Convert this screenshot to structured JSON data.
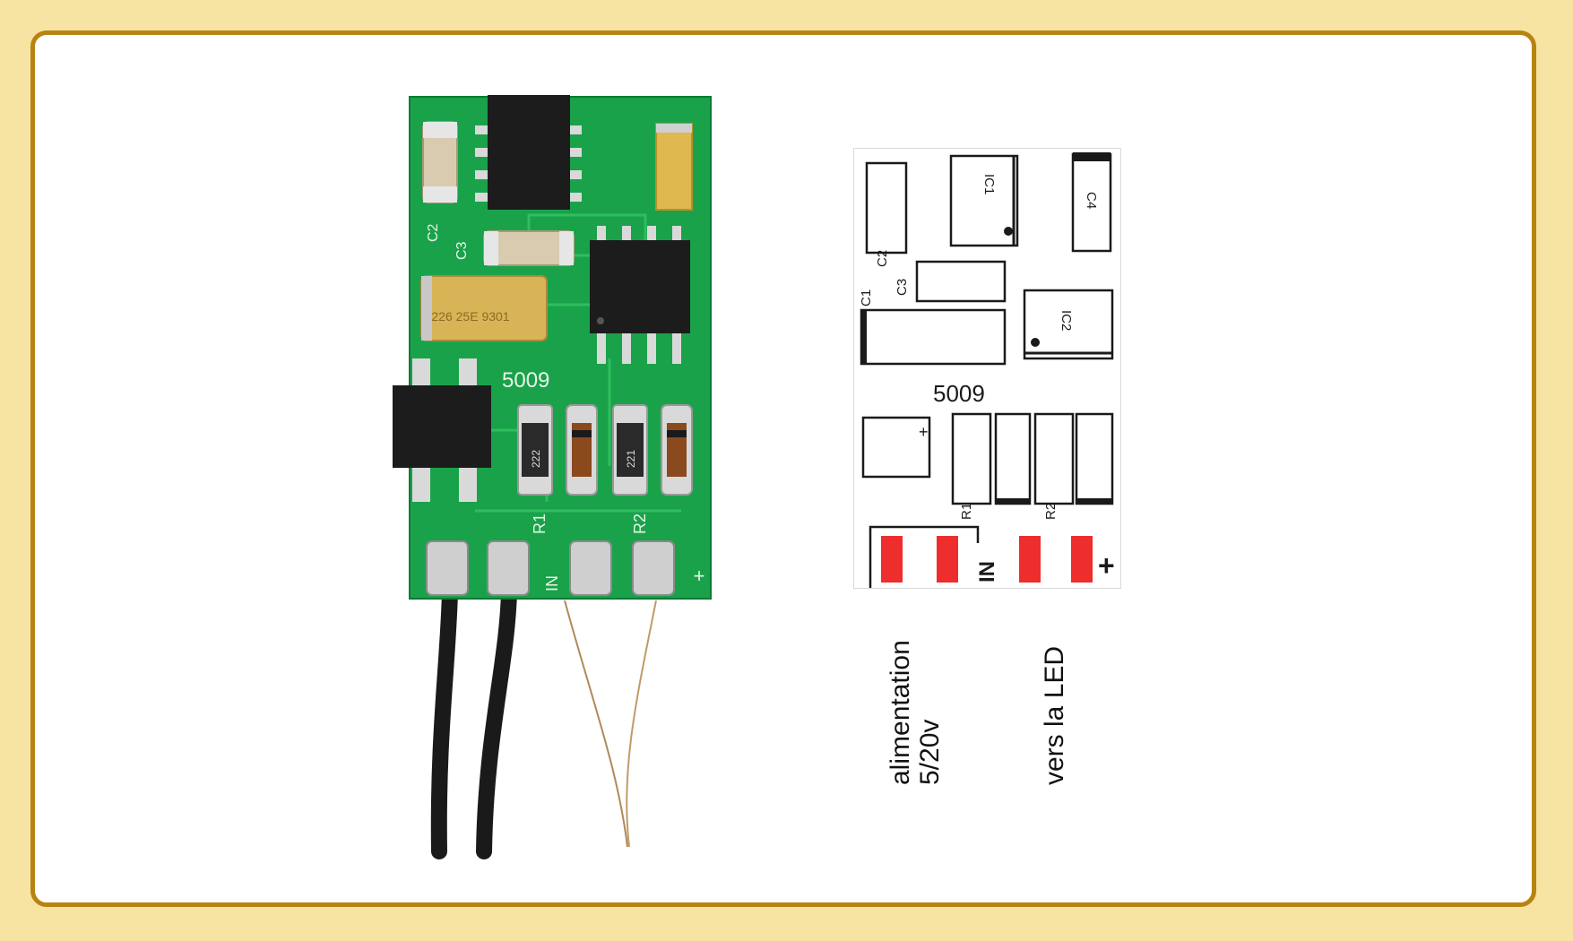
{
  "pcb_photo": {
    "board_number": "5009",
    "marking_r1": "R1",
    "marking_r2": "R2",
    "marking_in": "IN",
    "marking_plus": "+",
    "marking_c2": "C2",
    "marking_c3": "C3",
    "tantalum_text": "226 25E 9301",
    "resistor1_code": "222",
    "resistor2_code": "221"
  },
  "schematic": {
    "board_number": "5009",
    "ic1": "IC1",
    "ic2": "IC2",
    "c1": "C1",
    "c2": "C2",
    "c3": "C3",
    "c4": "C4",
    "r1": "R1",
    "r2": "R2",
    "in_label": "IN",
    "plus_label": "+",
    "small_plus": "+"
  },
  "labels": {
    "power_line1": "alimentation",
    "power_line2": "5/20v",
    "led": "vers la LED"
  },
  "colors": {
    "background": "#f7e4a2",
    "frame_border": "#b88311",
    "pcb_green": "#1aa24a",
    "pad_red": "#ee2d2d"
  }
}
